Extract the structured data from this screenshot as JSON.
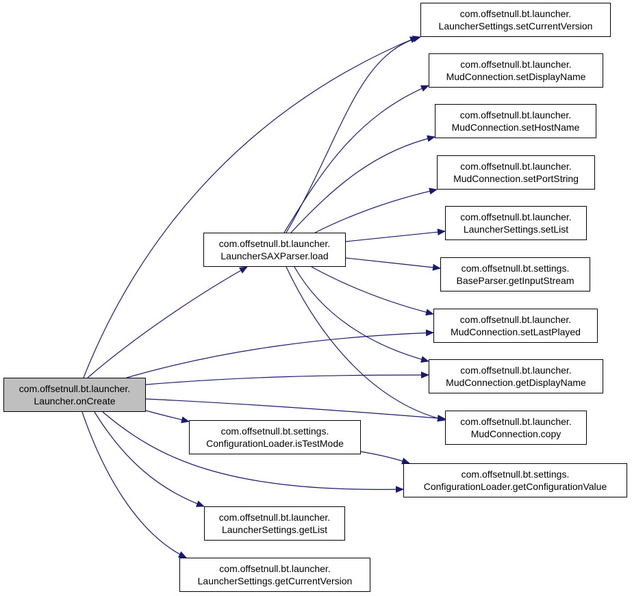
{
  "colors": {
    "edge": "#191970",
    "node_border": "#000000",
    "root_fill": "#bfbfbf",
    "node_fill": "#ffffff"
  },
  "nodes": {
    "launcher_oncreate": {
      "line1": "com.offsetnull.bt.launcher.",
      "line2": "Launcher.onCreate"
    },
    "saxparser_load": {
      "line1": "com.offsetnull.bt.launcher.",
      "line2": "LauncherSAXParser.load"
    },
    "set_current_version": {
      "line1": "com.offsetnull.bt.launcher.",
      "line2": "LauncherSettings.setCurrentVersion"
    },
    "set_display_name": {
      "line1": "com.offsetnull.bt.launcher.",
      "line2": "MudConnection.setDisplayName"
    },
    "set_host_name": {
      "line1": "com.offsetnull.bt.launcher.",
      "line2": "MudConnection.setHostName"
    },
    "set_port_string": {
      "line1": "com.offsetnull.bt.launcher.",
      "line2": "MudConnection.setPortString"
    },
    "set_list": {
      "line1": "com.offsetnull.bt.launcher.",
      "line2": "LauncherSettings.setList"
    },
    "get_input_stream": {
      "line1": "com.offsetnull.bt.settings.",
      "line2": "BaseParser.getInputStream"
    },
    "set_last_played": {
      "line1": "com.offsetnull.bt.launcher.",
      "line2": "MudConnection.setLastPlayed"
    },
    "get_display_name": {
      "line1": "com.offsetnull.bt.launcher.",
      "line2": "MudConnection.getDisplayName"
    },
    "copy": {
      "line1": "com.offsetnull.bt.launcher.",
      "line2": "MudConnection.copy"
    },
    "is_test_mode": {
      "line1": "com.offsetnull.bt.settings.",
      "line2": "ConfigurationLoader.isTestMode"
    },
    "get_configuration_value": {
      "line1": "com.offsetnull.bt.settings.",
      "line2": "ConfigurationLoader.getConfigurationValue"
    },
    "get_list": {
      "line1": "com.offsetnull.bt.launcher.",
      "line2": "LauncherSettings.getList"
    },
    "get_current_version": {
      "line1": "com.offsetnull.bt.launcher.",
      "line2": "LauncherSettings.getCurrentVersion"
    }
  },
  "edges": [
    {
      "from": "launcher_oncreate",
      "to": "set_current_version"
    },
    {
      "from": "launcher_oncreate",
      "to": "saxparser_load"
    },
    {
      "from": "launcher_oncreate",
      "to": "set_last_played"
    },
    {
      "from": "launcher_oncreate",
      "to": "get_display_name"
    },
    {
      "from": "launcher_oncreate",
      "to": "copy"
    },
    {
      "from": "launcher_oncreate",
      "to": "is_test_mode"
    },
    {
      "from": "launcher_oncreate",
      "to": "get_configuration_value"
    },
    {
      "from": "launcher_oncreate",
      "to": "get_list"
    },
    {
      "from": "launcher_oncreate",
      "to": "get_current_version"
    },
    {
      "from": "saxparser_load",
      "to": "set_current_version"
    },
    {
      "from": "saxparser_load",
      "to": "set_display_name"
    },
    {
      "from": "saxparser_load",
      "to": "set_host_name"
    },
    {
      "from": "saxparser_load",
      "to": "set_port_string"
    },
    {
      "from": "saxparser_load",
      "to": "set_list"
    },
    {
      "from": "saxparser_load",
      "to": "get_input_stream"
    },
    {
      "from": "saxparser_load",
      "to": "set_last_played"
    },
    {
      "from": "saxparser_load",
      "to": "get_display_name"
    },
    {
      "from": "saxparser_load",
      "to": "copy"
    },
    {
      "from": "is_test_mode",
      "to": "get_configuration_value"
    }
  ]
}
